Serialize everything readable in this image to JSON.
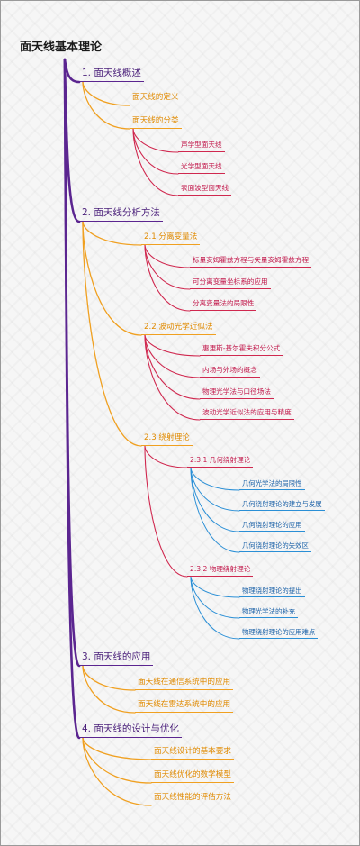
{
  "title": "面天线基本理论",
  "sections": [
    {
      "label": "1. 面天线概述",
      "children": [
        {
          "label": "面天线的定义"
        },
        {
          "label": "面天线的分类",
          "children": [
            "声学型面天线",
            "光学型面天线",
            "表面波型面天线"
          ]
        }
      ]
    },
    {
      "label": "2. 面天线分析方法",
      "children": [
        {
          "label": "2.1 分离变量法",
          "children": [
            "标量亥姆霍兹方程与矢量亥姆霍兹方程",
            "可分离变量坐标系的应用",
            "分离变量法的局限性"
          ]
        },
        {
          "label": "2.2 波动光学近似法",
          "children": [
            "惠更斯-基尔霍夫积分公式",
            "内场与外场的概念",
            "物理光学法与口径场法",
            "波动光学近似法的应用与精度"
          ]
        },
        {
          "label": "2.3 绕射理论",
          "children": [
            {
              "label": "2.3.1 几何绕射理论",
              "children": [
                "几何光学法的局限性",
                "几何绕射理论的建立与发展",
                "几何绕射理论的应用",
                "几何绕射理论的失效区"
              ]
            },
            {
              "label": "2.3.2 物理绕射理论",
              "children": [
                "物理绕射理论的提出",
                "物理光学法的补充",
                "物理绕射理论的应用难点"
              ]
            }
          ]
        }
      ]
    },
    {
      "label": "3. 面天线的应用",
      "children": [
        {
          "label": "面天线在通信系统中的应用"
        },
        {
          "label": "面天线在雷达系统中的应用"
        }
      ]
    },
    {
      "label": "4. 面天线的设计与优化",
      "children": [
        {
          "label": "面天线设计的基本要求"
        },
        {
          "label": "面天线优化的数学模型"
        },
        {
          "label": "面天线性能的评估方法"
        }
      ]
    }
  ],
  "colors": {
    "level1_line": "#5b2590",
    "level2_line": "#f0a020",
    "level3_line": "#d0284f",
    "level4_line": "#2a8fd6"
  }
}
